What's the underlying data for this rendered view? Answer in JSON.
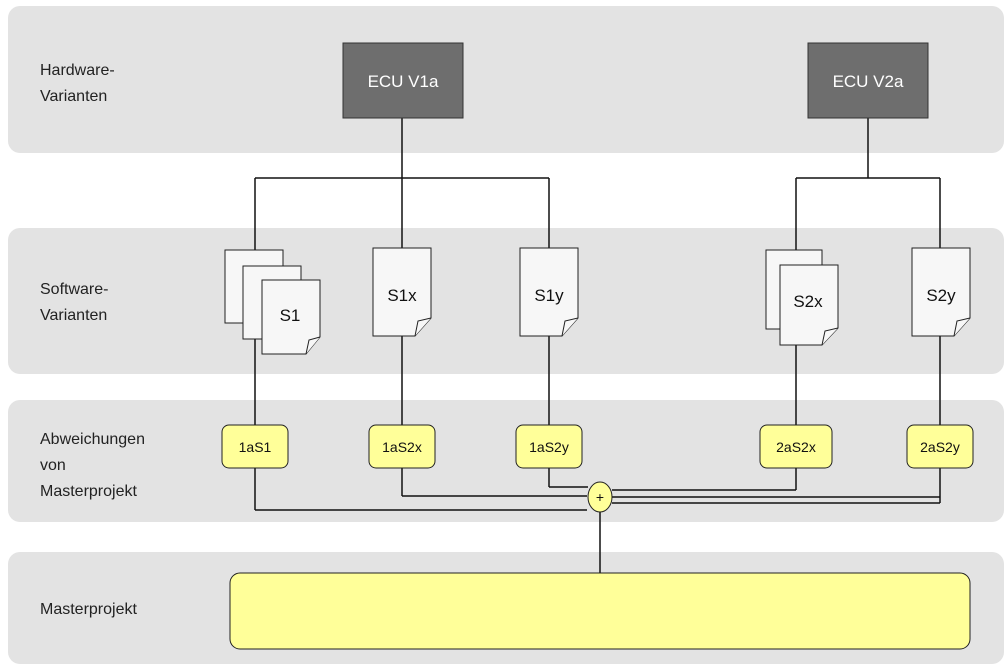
{
  "rows": [
    {
      "label_lines": [
        "Hardware-",
        "Varianten"
      ]
    },
    {
      "label_lines": [
        "Software-",
        "Varianten"
      ]
    },
    {
      "label_lines": [
        "Abweichungen",
        "von",
        "Masterprojekt"
      ]
    },
    {
      "label_lines": [
        "Masterprojekt"
      ]
    }
  ],
  "hardware": [
    {
      "label": "ECU V1a"
    },
    {
      "label": "ECU V2a"
    }
  ],
  "software": [
    {
      "label": "S1"
    },
    {
      "label": "S1x"
    },
    {
      "label": "S1y"
    },
    {
      "label": "S2x"
    },
    {
      "label": "S2y"
    }
  ],
  "deviations": [
    {
      "label": "1aS1"
    },
    {
      "label": "1aS2x"
    },
    {
      "label": "1aS2y"
    },
    {
      "label": "2aS2x"
    },
    {
      "label": "2aS2y"
    }
  ],
  "merge": {
    "label": "+"
  },
  "master": {
    "label": ""
  },
  "colors": {
    "band": "#e3e3e3",
    "ecu": "#6e6e6e",
    "deviation_fill": "#ffff99",
    "master_fill": "#ffff99"
  }
}
